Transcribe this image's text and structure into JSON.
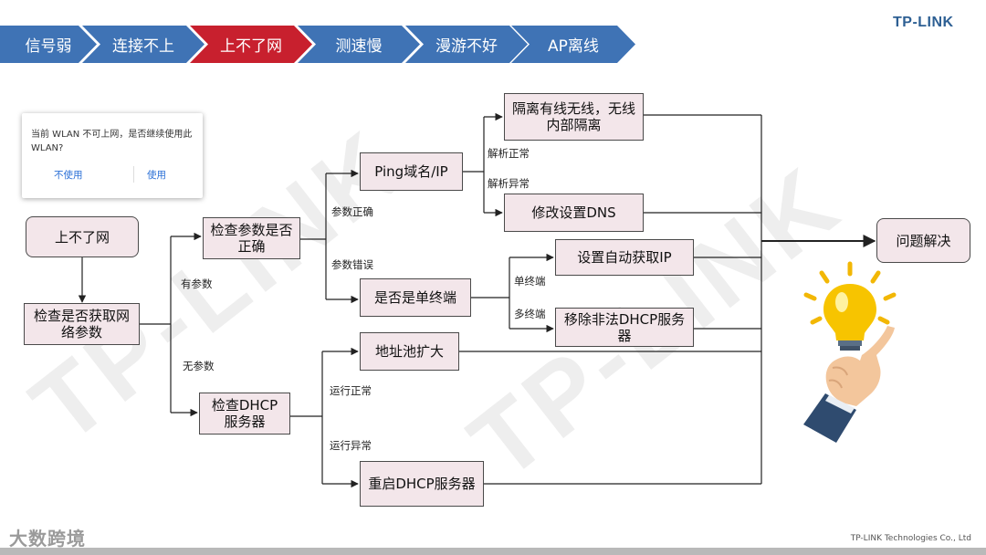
{
  "logo": "TP-LINK",
  "breadcrumb": [
    "信号弱",
    "连接不上",
    "上不了网",
    "测速慢",
    "漫游不好",
    "AP离线"
  ],
  "colors": {
    "crumb": "#3f73b5",
    "crumb_active": "#c8202e",
    "node_fill": "#f3e6ea"
  },
  "dialog": {
    "message": "当前 WLAN 不可上网，是否继续使用此 WLAN?",
    "btn_no": "不使用",
    "btn_yes": "使用"
  },
  "nodes": {
    "start": "上不了网",
    "check_ip": "检查是否获取网络参数",
    "check_params": "检查参数是否正确",
    "check_dhcp": "检查DHCP服务器",
    "ping": "Ping域名/IP",
    "isolate": "隔离有线无线，无线内部隔离",
    "dns": "修改设置DNS",
    "single": "是否是单终端",
    "auto_ip": "设置自动获取IP",
    "remove_dhcp": "移除非法DHCP服务器",
    "pool": "地址池扩大",
    "restart_dhcp": "重启DHCP服务器",
    "resolved": "问题解决"
  },
  "labels": {
    "has_params": "有参数",
    "no_params": "无参数",
    "params_ok": "参数正确",
    "params_bad": "参数错误",
    "resolve_ok": "解析正常",
    "resolve_bad": "解析异常",
    "single_term": "单终端",
    "multi_term": "多终端",
    "run_ok": "运行正常",
    "run_bad": "运行异常"
  },
  "footer": "TP-LINK Technologies Co., Ltd",
  "brand_watermark": "大数跨境",
  "icons": [
    "lightbulb-hand-icon",
    "message-bubble-icon"
  ]
}
